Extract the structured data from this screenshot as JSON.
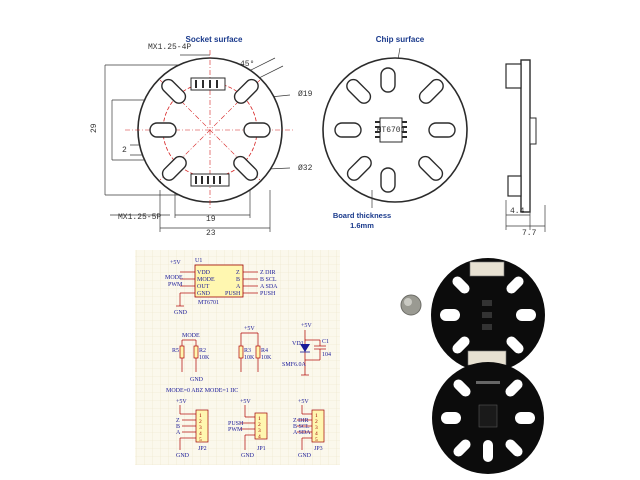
{
  "top": {
    "socket_title": "Socket surface",
    "chip_title": "Chip surface",
    "conn_4p": "MX1.25-4P",
    "conn_5p": "MX1.25-5P",
    "angle": "45°",
    "hole_dia": "Ø19",
    "outer_dia": "Ø32",
    "dim_29": "29",
    "dim_19": "19",
    "dim_23": "23",
    "dim_2": "2",
    "chip_label": "MT6701",
    "board_thickness": "Board thickness",
    "board_thickness_val": "1.6mm",
    "side_dim_1": "4.4",
    "side_dim_2": "7.7"
  },
  "schematic": {
    "u1": "U1",
    "vdd": "VDD",
    "mode": "MODE",
    "out": "OUT",
    "gnd": "GND",
    "z": "Z",
    "b": "B",
    "a": "A",
    "push": "PUSH",
    "z_dir": "Z DIR",
    "b_scl": "B SCL",
    "a_sda": "A SDA",
    "push_out": "PUSH",
    "chip": "MT6701",
    "plus5v": "+5V",
    "mode_lbl": "MODE",
    "pwm": "PWM",
    "gnd_lbl": "GND",
    "r5": "R5",
    "r2": "R2",
    "r3": "R3",
    "r4": "R4",
    "r10k": "10K",
    "vd1": "VD1",
    "smf": "SMF6.0A",
    "c1": "C1",
    "c1_val": "104",
    "mode_note": "MODE=0 ABZ MODE=1 IIC",
    "jp2": "JP2",
    "jp1": "JP1",
    "jp3": "JP3",
    "pins": [
      "1",
      "2",
      "3",
      "4",
      "5"
    ]
  },
  "colors": {
    "outline": "#2b2b2b",
    "dim_line": "#3a3a3a",
    "red_dash": "#d62020",
    "label_blue": "#1a3a8c",
    "schematic_bg": "#fbf8ec",
    "schematic_grid": "#ece4c8",
    "schematic_wire": "#b00000",
    "schematic_text": "#1a1a99",
    "part_fill": "#fff7b0",
    "pcb_black": "#0c0c0c"
  }
}
